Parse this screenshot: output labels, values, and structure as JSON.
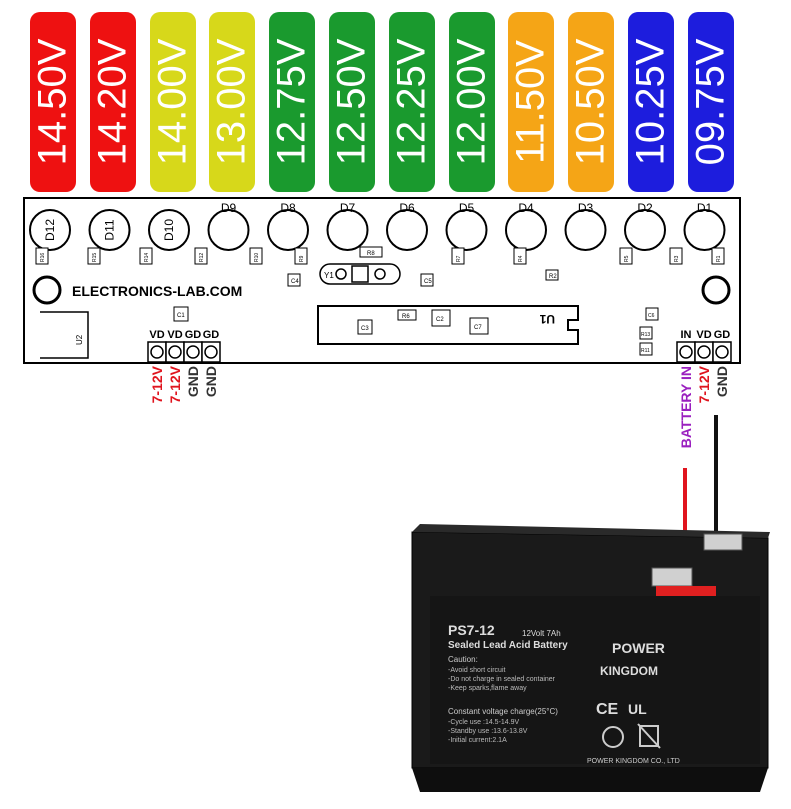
{
  "voltage_bars": [
    {
      "label": "14.50V",
      "color": "#ee1111"
    },
    {
      "label": "14.20V",
      "color": "#ee1111"
    },
    {
      "label": "14.00V",
      "color": "#d7d81a"
    },
    {
      "label": "13.00V",
      "color": "#d7d81a"
    },
    {
      "label": "12.75V",
      "color": "#1a9a2e"
    },
    {
      "label": "12.50V",
      "color": "#1a9a2e"
    },
    {
      "label": "12.25V",
      "color": "#1a9a2e"
    },
    {
      "label": "12.00V",
      "color": "#1a9a2e"
    },
    {
      "label": "11.50V",
      "color": "#f5a516"
    },
    {
      "label": "10.50V",
      "color": "#f5a516"
    },
    {
      "label": "10.25V",
      "color": "#1d1ddd"
    },
    {
      "label": "09.75V",
      "color": "#1d1ddd"
    }
  ],
  "board": {
    "leds": [
      "D12",
      "D11",
      "D10",
      "D9",
      "D8",
      "D7",
      "D6",
      "D5",
      "D4",
      "D3",
      "D2",
      "D1"
    ],
    "resistors_top": [
      "R16",
      "R15",
      "R14",
      "R12",
      "R10",
      "R9",
      "R8",
      "R7",
      "R4",
      "R2",
      "R5",
      "R3",
      "R1"
    ],
    "site": "ELECTRONICS-LAB.COM",
    "crystal": "Y1",
    "ic": "U1",
    "regulator": "U2",
    "caps": [
      "C4",
      "C5",
      "C1",
      "C3",
      "R6",
      "C2",
      "C7",
      "C6",
      "R13",
      "R11"
    ],
    "left_header_labels": [
      "VD",
      "VD",
      "GD",
      "GD"
    ],
    "right_header_labels": [
      "IN",
      "VD",
      "GD"
    ]
  },
  "wire_labels": {
    "left": [
      {
        "text": "7-12V",
        "color": "#e0141e"
      },
      {
        "text": "7-12V",
        "color": "#e0141e"
      },
      {
        "text": "GND",
        "color": "#333333"
      },
      {
        "text": "GND",
        "color": "#333333"
      }
    ],
    "right": [
      {
        "text": "BATTERY IN",
        "color": "#9a1fbf"
      },
      {
        "text": "7-12V",
        "color": "#e0141e"
      },
      {
        "text": "GND",
        "color": "#333333"
      }
    ]
  },
  "battery": {
    "model": "PS7-12",
    "type": "Sealed Lead Acid Battery",
    "rating": "12Volt 7Ah",
    "brand_line1": "POWER",
    "brand_line2": "KINGDOM",
    "caution_title": "Caution:",
    "caution": [
      "-Avoid short circuit",
      "-Do not charge in sealed container",
      "-Keep sparks,flame away"
    ],
    "constant_title": "Constant voltage charge(25°C)",
    "constant": [
      "-Cycle   use  :14.5-14.9V",
      "-Standby  use :13.6-13.8V",
      "-Initial current:2.1A"
    ],
    "maker": "POWER KINGDOM CO., LTD",
    "certs": [
      "CE",
      "UL"
    ]
  }
}
